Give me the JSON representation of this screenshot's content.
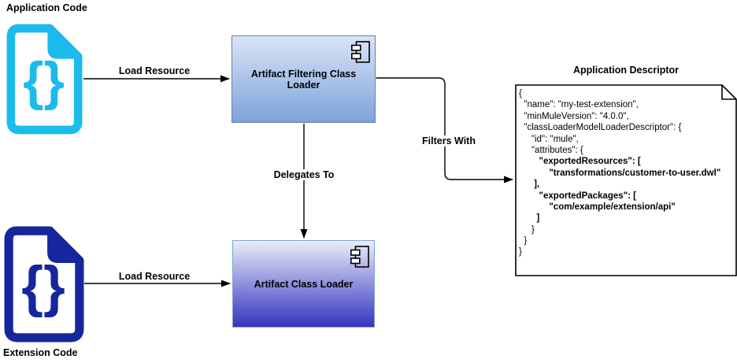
{
  "colors": {
    "application_code_icon": "#1cbbec",
    "extension_code_icon": "#16269c",
    "filtering_loader_gradient_top": "#d8e5f6",
    "filtering_loader_gradient_bottom": "#7ea2db",
    "filtering_loader_border": "#6680a8",
    "artifact_loader_gradient_top": "#eaedf9",
    "artifact_loader_gradient_bottom": "#3434be",
    "artifact_loader_border": "#7ea6cf",
    "connector": "#000000"
  },
  "nodes": {
    "application_code": {
      "label": "Application Code",
      "glyph": "{}"
    },
    "extension_code": {
      "label": "Extension Code",
      "glyph": "{}"
    },
    "filtering_class_loader": {
      "label": "Artifact Filtering Class Loader"
    },
    "artifact_class_loader": {
      "label": "Artifact Class Loader"
    }
  },
  "edges": {
    "load_resource_app": {
      "label": "Load Resource"
    },
    "delegates_to": {
      "label": "Delegates To"
    },
    "load_resource_ext": {
      "label": "Load Resource"
    },
    "filters_with": {
      "label": "Filters With"
    }
  },
  "descriptor": {
    "title": "Application Descriptor",
    "lines": [
      {
        "text": "{",
        "bold": false
      },
      {
        "text": "  \"name\": \"my-test-extension\",",
        "bold": false
      },
      {
        "text": "  \"minMuleVersion\": \"4.0.0\",",
        "bold": false
      },
      {
        "text": "  \"classLoaderModelLoaderDescriptor\": {",
        "bold": false
      },
      {
        "text": "     \"id\": \"mule\",",
        "bold": false
      },
      {
        "text": "     \"attributes\": {",
        "bold": false
      },
      {
        "text": "        \"exportedResources\": [",
        "bold": true
      },
      {
        "text": "            \"transformations/customer-to-user.dwl\"",
        "bold": true
      },
      {
        "text": "      ],",
        "bold": true
      },
      {
        "text": "        \"exportedPackages\": [",
        "bold": true
      },
      {
        "text": "            \"com/example/extension/api\"",
        "bold": true
      },
      {
        "text": "       ]",
        "bold": true
      },
      {
        "text": "     }",
        "bold": false
      },
      {
        "text": "  }",
        "bold": false
      },
      {
        "text": "}",
        "bold": false
      }
    ]
  }
}
